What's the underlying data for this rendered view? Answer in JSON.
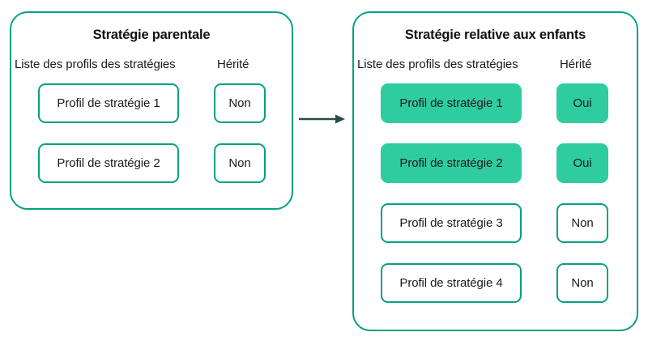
{
  "colors": {
    "border_green": "#06a181",
    "fill_green": "#2ecc9f",
    "arrow": "#234f4b",
    "text": "#1a1a1a"
  },
  "arrow": {
    "icon": "arrow-right-icon",
    "direction": "right"
  },
  "panels": {
    "parent": {
      "title": "Stratégie parentale",
      "headers": {
        "profiles": "Liste des profils des stratégies",
        "inherit": "Hérité"
      },
      "rows": [
        {
          "profile": "Profil de stratégie 1",
          "inherited": "Non",
          "highlighted": false
        },
        {
          "profile": "Profil de stratégie 2",
          "inherited": "Non",
          "highlighted": false
        }
      ]
    },
    "child": {
      "title": "Stratégie relative aux enfants",
      "headers": {
        "profiles": "Liste des profils des stratégies",
        "inherit": "Hérité"
      },
      "rows": [
        {
          "profile": "Profil de stratégie 1",
          "inherited": "Oui",
          "highlighted": true
        },
        {
          "profile": "Profil de stratégie 2",
          "inherited": "Oui",
          "highlighted": true
        },
        {
          "profile": "Profil de stratégie 3",
          "inherited": "Non",
          "highlighted": false
        },
        {
          "profile": "Profil de stratégie 4",
          "inherited": "Non",
          "highlighted": false
        }
      ]
    }
  }
}
